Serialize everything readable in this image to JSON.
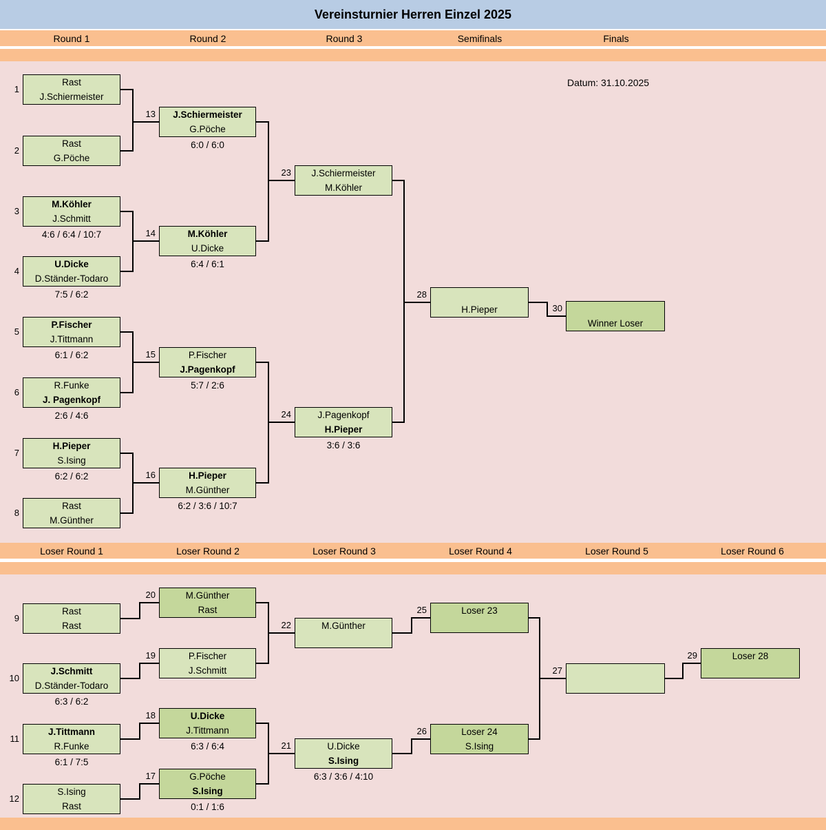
{
  "title": "Vereinsturnier Herren Einzel 2025",
  "date_label": "Datum: 31.10.2025",
  "colors": {
    "title_band": "#b8cce4",
    "round_band": "#fabf8f",
    "bracket_bg": "#f2dcdb",
    "box_light": "#d8e4bc",
    "box_dark": "#c4d79b"
  },
  "winner_round_labels": [
    "Round 1",
    "Round 2",
    "Round 3",
    "Semifinals",
    "Finals"
  ],
  "loser_round_labels": [
    "Loser Round 1",
    "Loser Round 2",
    "Loser Round 3",
    "Loser Round 4",
    "Loser Round 5",
    "Loser Round 6"
  ],
  "matches": [
    {
      "id": "1",
      "shade": "light",
      "score": "",
      "slots": [
        {
          "name": "Rast",
          "bold": false
        },
        {
          "name": "J.Schiermeister",
          "bold": false
        }
      ]
    },
    {
      "id": "2",
      "shade": "light",
      "score": "",
      "slots": [
        {
          "name": "Rast",
          "bold": false
        },
        {
          "name": "G.Pöche",
          "bold": false
        }
      ]
    },
    {
      "id": "3",
      "shade": "light",
      "score": "4:6 / 6:4 / 10:7",
      "slots": [
        {
          "name": "M.Köhler",
          "bold": true
        },
        {
          "name": "J.Schmitt",
          "bold": false
        }
      ]
    },
    {
      "id": "4",
      "shade": "light",
      "score": "7:5 / 6:2",
      "slots": [
        {
          "name": "U.Dicke",
          "bold": true
        },
        {
          "name": "D.Ständer-Todaro",
          "bold": false
        }
      ]
    },
    {
      "id": "5",
      "shade": "light",
      "score": "6:1 / 6:2",
      "slots": [
        {
          "name": "P.Fischer",
          "bold": true
        },
        {
          "name": "J.Tittmann",
          "bold": false
        }
      ]
    },
    {
      "id": "6",
      "shade": "light",
      "score": "2:6 / 4:6",
      "slots": [
        {
          "name": "R.Funke",
          "bold": false
        },
        {
          "name": "J. Pagenkopf",
          "bold": true
        }
      ]
    },
    {
      "id": "7",
      "shade": "light",
      "score": "6:2 / 6:2",
      "slots": [
        {
          "name": "H.Pieper",
          "bold": true
        },
        {
          "name": "S.Ising",
          "bold": false
        }
      ]
    },
    {
      "id": "8",
      "shade": "light",
      "score": "",
      "slots": [
        {
          "name": "Rast",
          "bold": false
        },
        {
          "name": "M.Günther",
          "bold": false
        }
      ]
    },
    {
      "id": "9",
      "shade": "light",
      "score": "",
      "slots": [
        {
          "name": "Rast",
          "bold": false
        },
        {
          "name": "Rast",
          "bold": false
        }
      ]
    },
    {
      "id": "10",
      "shade": "light",
      "score": "6:3 / 6:2",
      "slots": [
        {
          "name": "J.Schmitt",
          "bold": true
        },
        {
          "name": "D.Ständer-Todaro",
          "bold": false
        }
      ]
    },
    {
      "id": "11",
      "shade": "light",
      "score": "6:1 / 7:5",
      "slots": [
        {
          "name": "J.Tittmann",
          "bold": true
        },
        {
          "name": "R.Funke",
          "bold": false
        }
      ]
    },
    {
      "id": "12",
      "shade": "light",
      "score": "",
      "slots": [
        {
          "name": "S.Ising",
          "bold": false
        },
        {
          "name": "Rast",
          "bold": false
        }
      ]
    },
    {
      "id": "13",
      "shade": "light",
      "score": "6:0 / 6:0",
      "slots": [
        {
          "name": "J.Schiermeister",
          "bold": true
        },
        {
          "name": "G.Pöche",
          "bold": false
        }
      ]
    },
    {
      "id": "14",
      "shade": "light",
      "score": "6:4 / 6:1",
      "slots": [
        {
          "name": "M.Köhler",
          "bold": true
        },
        {
          "name": "U.Dicke",
          "bold": false
        }
      ]
    },
    {
      "id": "15",
      "shade": "light",
      "score": "5:7 / 2:6",
      "slots": [
        {
          "name": "P.Fischer",
          "bold": false
        },
        {
          "name": "J.Pagenkopf",
          "bold": true
        }
      ]
    },
    {
      "id": "16",
      "shade": "light",
      "score": "6:2 / 3:6 / 10:7",
      "slots": [
        {
          "name": "H.Pieper",
          "bold": true
        },
        {
          "name": "M.Günther",
          "bold": false
        }
      ]
    },
    {
      "id": "17",
      "shade": "dark",
      "score": "0:1 / 1:6",
      "slots": [
        {
          "name": "G.Pöche",
          "bold": false
        },
        {
          "name": "S.Ising",
          "bold": true
        }
      ]
    },
    {
      "id": "18",
      "shade": "dark",
      "score": "6:3 / 6:4",
      "slots": [
        {
          "name": "U.Dicke",
          "bold": true
        },
        {
          "name": "J.Tittmann",
          "bold": false
        }
      ]
    },
    {
      "id": "19",
      "shade": "light",
      "score": "",
      "slots": [
        {
          "name": "P.Fischer",
          "bold": false
        },
        {
          "name": "J.Schmitt",
          "bold": false
        }
      ]
    },
    {
      "id": "20",
      "shade": "dark",
      "score": "",
      "slots": [
        {
          "name": "M.Günther",
          "bold": false
        },
        {
          "name": "Rast",
          "bold": false
        }
      ]
    },
    {
      "id": "21",
      "shade": "light",
      "score": "6:3 / 3:6 / 4:10",
      "slots": [
        {
          "name": "U.Dicke",
          "bold": false
        },
        {
          "name": "S.Ising",
          "bold": true
        }
      ]
    },
    {
      "id": "22",
      "shade": "light",
      "score": "",
      "slots": [
        {
          "name": "M.Günther",
          "bold": false
        },
        {
          "name": "",
          "bold": false
        }
      ]
    },
    {
      "id": "23",
      "shade": "light",
      "score": "",
      "slots": [
        {
          "name": "J.Schiermeister",
          "bold": false
        },
        {
          "name": "M.Köhler",
          "bold": false
        }
      ]
    },
    {
      "id": "24",
      "shade": "light",
      "score": "3:6 / 3:6",
      "slots": [
        {
          "name": "J.Pagenkopf",
          "bold": false
        },
        {
          "name": "H.Pieper",
          "bold": true
        }
      ]
    },
    {
      "id": "25",
      "shade": "dark",
      "score": "",
      "slots": [
        {
          "name": "Loser 23",
          "bold": false
        },
        {
          "name": "",
          "bold": false
        }
      ]
    },
    {
      "id": "26",
      "shade": "dark",
      "score": "",
      "slots": [
        {
          "name": "Loser 24",
          "bold": false
        },
        {
          "name": "S.Ising",
          "bold": false
        }
      ]
    },
    {
      "id": "27",
      "shade": "light",
      "score": "",
      "slots": [
        {
          "name": "",
          "bold": false
        },
        {
          "name": "",
          "bold": false
        }
      ]
    },
    {
      "id": "28",
      "shade": "light",
      "score": "",
      "slots": [
        {
          "name": "",
          "bold": false
        },
        {
          "name": "H.Pieper",
          "bold": false
        }
      ]
    },
    {
      "id": "29",
      "shade": "dark",
      "score": "",
      "slots": [
        {
          "name": "Loser 28",
          "bold": false
        },
        {
          "name": "",
          "bold": false
        }
      ]
    },
    {
      "id": "30",
      "shade": "dark",
      "score": "",
      "slots": [
        {
          "name": "",
          "bold": false
        },
        {
          "name": "Winner Loser",
          "bold": false
        }
      ]
    }
  ]
}
